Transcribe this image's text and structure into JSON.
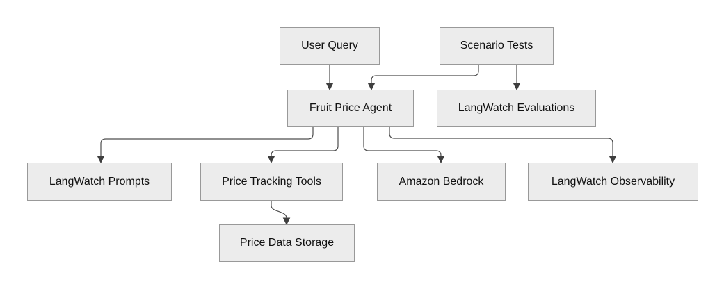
{
  "diagram": {
    "type": "flowchart",
    "direction": "top-down",
    "background_color": "#ffffff",
    "node_fill_color": "#ececec",
    "node_border_color": "#999999",
    "edge_color": "#4d4d4d",
    "text_color": "#111111",
    "nodes": {
      "user_query": "User Query",
      "scenario_tests": "Scenario Tests",
      "fruit_price_agent": "Fruit Price Agent",
      "langwatch_evaluations": "LangWatch Evaluations",
      "langwatch_prompts": "LangWatch Prompts",
      "price_tracking_tools": "Price Tracking Tools",
      "amazon_bedrock": "Amazon Bedrock",
      "langwatch_observability": "LangWatch Observability",
      "price_data_storage": "Price Data Storage"
    },
    "edges": [
      {
        "from": "User Query",
        "to": "Fruit Price Agent"
      },
      {
        "from": "Scenario Tests",
        "to": "Fruit Price Agent"
      },
      {
        "from": "Scenario Tests",
        "to": "LangWatch Evaluations"
      },
      {
        "from": "Fruit Price Agent",
        "to": "LangWatch Prompts"
      },
      {
        "from": "Fruit Price Agent",
        "to": "Price Tracking Tools"
      },
      {
        "from": "Fruit Price Agent",
        "to": "Amazon Bedrock"
      },
      {
        "from": "Fruit Price Agent",
        "to": "LangWatch Observability"
      },
      {
        "from": "Price Tracking Tools",
        "to": "Price Data Storage"
      }
    ]
  }
}
